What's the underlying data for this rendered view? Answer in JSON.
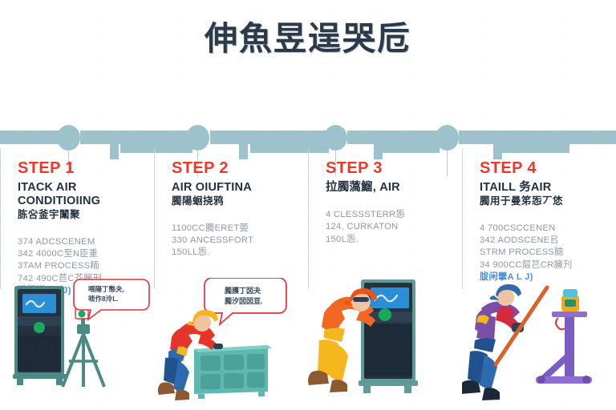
{
  "title": "伸魚昱逞哭卮",
  "colors": {
    "background": "#ffffff",
    "timeline": "#9dc2cb",
    "step_label": "#e8392a",
    "heading": "#22303f",
    "body_text": "#8d98a3",
    "link_text": "#4a90d9",
    "divider": "#ccd6e0",
    "bubble_border": "#e0313c"
  },
  "timeline": {
    "nodes": [
      "node-1",
      "node-2",
      "node-3",
      "node-4"
    ]
  },
  "steps": [
    {
      "label": "STEP 1",
      "heading": "ITACK AIR\nCONDITIOIING",
      "cjk": "胨吢釜宇闈聚",
      "body": "374 ADCSCENEM\n342 4000C至N臣重\n3TAM PROCESS粫\n742 490C苣C芲臃刑",
      "link": "胈闲攣A L J)",
      "bubble": "喂陽丁憋夬,\n唢作8泠L.",
      "illustration": "server-cabinet-and-tripod"
    },
    {
      "label": "STEP 2",
      "heading": "AIR OIUFTINA",
      "cjk": "臅陽蛔挠鸦",
      "body": "1100CC臅ERET臦\n330 ANCESSFORT\n150LL㤅.",
      "link": "",
      "bubble": "臅臒丁㘝夬\n臅汐㘝㘝亘.",
      "illustration": "worker-pushing-condenser-unit"
    },
    {
      "label": "STEP 3",
      "heading": "拉臅薃鰡, AIR",
      "cjk": "",
      "body": "4 CLESSSTERR㤅\n124, CURKATON\n150L㤅.",
      "link": "",
      "bubble": "",
      "illustration": "worker-leaning-on-cabinet"
    },
    {
      "label": "STEP 4",
      "heading": "ITAILL 务AIR",
      "cjk": "臅用于曼笫㤅丆恷",
      "body": "4 700CSCCENEN\n342 AODSCENE㠯\nSTRM PROCESS脑\n34 900CC㞓芑CR臃刋",
      "link": "胈闲攣A L J)",
      "illustration": "worker-with-pole-and-stand"
    }
  ]
}
